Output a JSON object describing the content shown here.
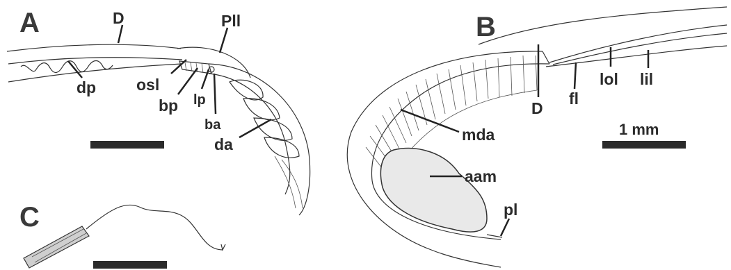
{
  "panels": {
    "a": {
      "letter": "A",
      "labels": {
        "d": "D",
        "pll": "Pll",
        "dp": "dp",
        "osl": "osl",
        "bp": "bp",
        "lp": "lp",
        "ba": "ba",
        "da": "da"
      }
    },
    "b": {
      "letter": "B",
      "labels": {
        "d": "D",
        "fl": "fl",
        "lol": "lol",
        "lil": "lil",
        "mda": "mda",
        "aam": "aam",
        "pl": "pl"
      },
      "scale_label": "1 mm"
    },
    "c": {
      "letter": "C"
    }
  },
  "colors": {
    "ink": "#2b2b2b",
    "fill_muscle": "#e9e9e9",
    "background": "#ffffff"
  }
}
